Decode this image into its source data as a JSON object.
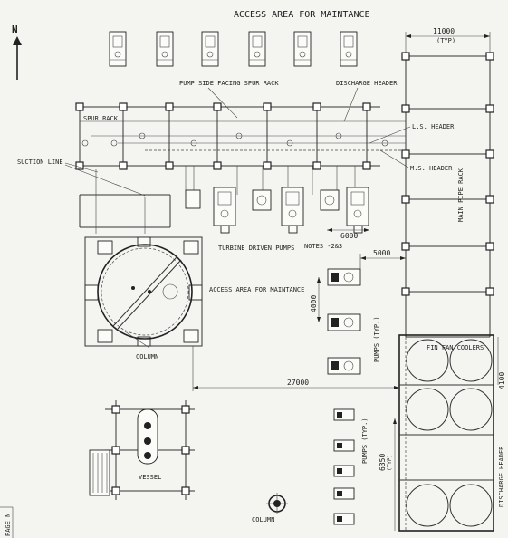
{
  "labels": {
    "north": "N",
    "access_top": "ACCESS AREA FOR MAINTANCE",
    "access_mid": "ACCESS AREA FOR MAINTANCE",
    "dim_top_width": "11000",
    "dim_top_typ": "(TYP)",
    "pump_side_spur_rack": "PUMP SIDE FACING SPUR RACK",
    "discharge_header_top": "DISCHARGE HEADER",
    "spur_rack": "SPUR RACK",
    "ls_header": "L.S. HEADER",
    "ms_header": "M.S. HEADER",
    "suction_line": "SUCTION LINE",
    "main_pipe_rack": "MAIN PIPE RACK",
    "dim_6000": "6000",
    "turbine_driven_pumps": "TURBINE DRIVEN PUMPS",
    "notes": "NOTES -2&3",
    "dim_5000": "5000",
    "dim_4000_left": "4000",
    "pumps_typ_1": "PUMPS (TYP.)",
    "fin_fan_coolers": "FIN FAN COOLERS",
    "dim_4100": "4100",
    "column_1": "COLUMN",
    "dim_27000": "27000",
    "discharge_header_right": "DISCHARGE HEADER",
    "pumps_typ_2": "PUMPS (TYP.)",
    "dim_6350": "6350",
    "dim_6350_typ": "(TYP)",
    "vessel": "VESSEL",
    "column_2": "COLUMN",
    "page_tab": "PAGE N"
  }
}
